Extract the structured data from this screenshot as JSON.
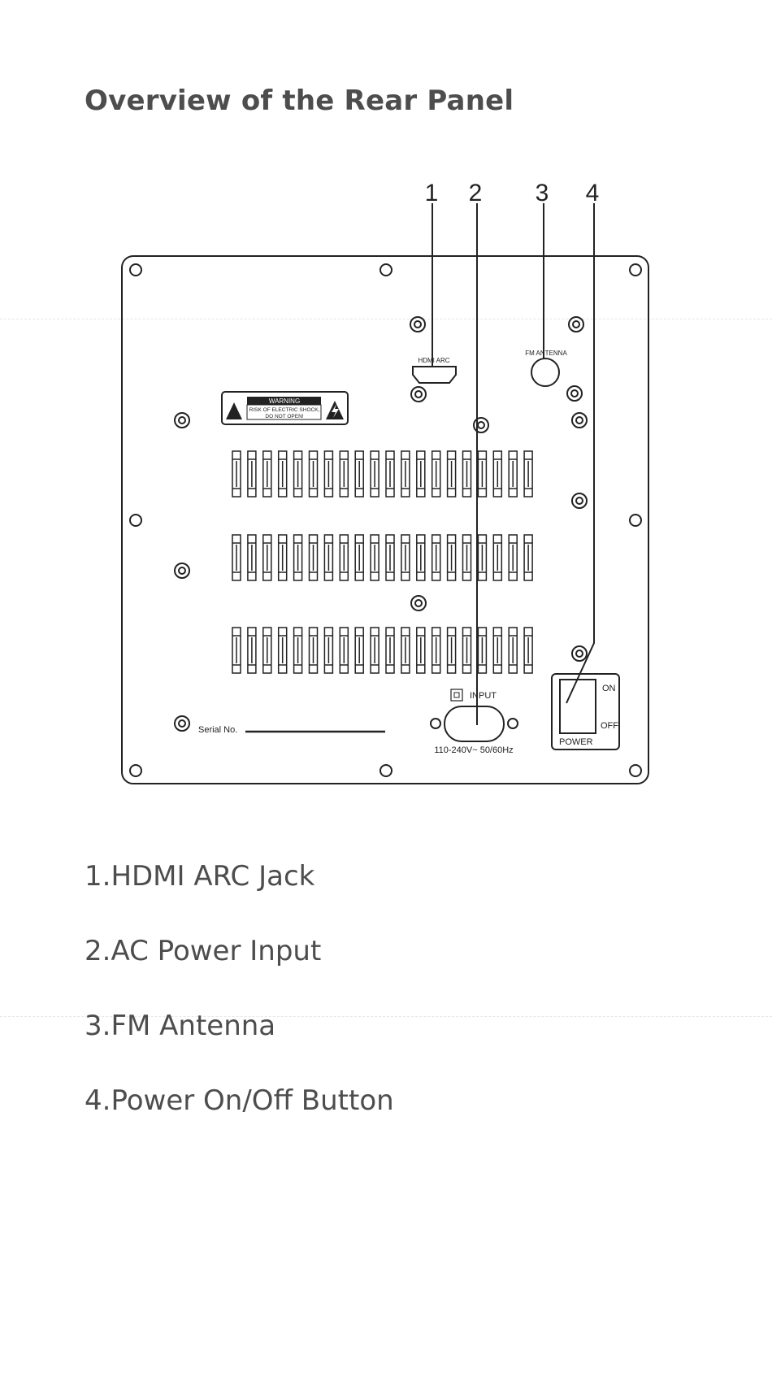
{
  "page": {
    "title": "Overview of the Rear Panel"
  },
  "callouts": [
    "1",
    "2",
    "3",
    "4"
  ],
  "panel": {
    "hdmi_label": "HDMI ARC",
    "fm_label": "FM ANTENNA",
    "warning_title": "WARNING",
    "warning_line1": "RISK OF ELECTRIC SHOCK,",
    "warning_line2": "DO NOT OPEN!",
    "input_label": "INPUT",
    "voltage_label": "110-240V~ 50/60Hz",
    "serial_label": "Serial No.",
    "switch_on": "ON",
    "switch_off": "OFF",
    "switch_label": "POWER"
  },
  "legend": [
    {
      "text": "1.HDMI ARC Jack"
    },
    {
      "text": "2.AC Power Input"
    },
    {
      "text": "3.FM Antenna"
    },
    {
      "text": "4.Power On/Off Button"
    }
  ]
}
